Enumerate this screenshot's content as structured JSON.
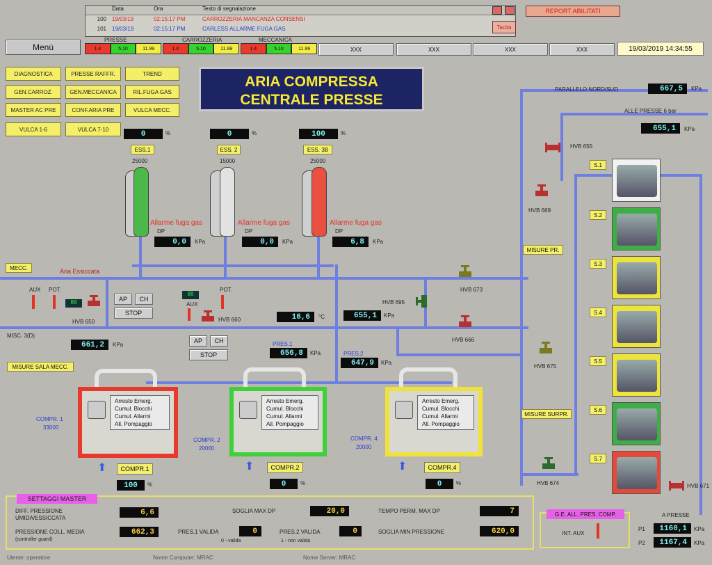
{
  "alarm_table": {
    "headers": [
      "Data",
      "Ora",
      "Testo di segnalazione"
    ],
    "rows": [
      {
        "id": "100",
        "date": "19/03/19",
        "time": "02:15:17 PM",
        "text": "CARROZZERIA MANCANZA CONSENSI"
      },
      {
        "id": "101",
        "date": "19/03/19",
        "time": "02:15:17 PM",
        "text": "CARLESS ALLARME FUGA GAS"
      }
    ]
  },
  "toolbar": {
    "report_label": "REPORT ABILITATI",
    "tacita_label": "Tacita"
  },
  "menu_label": "Menù",
  "zones": [
    {
      "name": "PRESSE",
      "v1": "1.4",
      "v2": "5.10",
      "v3": "11.99"
    },
    {
      "name": "CARROZZERIA",
      "v1": "1.4",
      "v2": "5.10",
      "v3": "11.99"
    },
    {
      "name": "MECCANICA",
      "v1": "1.4",
      "v2": "5.10",
      "v3": "11.99"
    }
  ],
  "xxx_tabs": [
    "XXX",
    "XXX",
    "XXX",
    "XXX"
  ],
  "datetime": "19/03/2019 14:34:55",
  "nav_buttons": [
    "DIAGNOSTICA",
    "PRESSE RAFFR.",
    "TREND",
    "GEN.CARROZ.",
    "GEN.MECCANICA",
    "RIL.FUGA GAS",
    "MASTER AC PRE",
    "CONF.ARIA PRE",
    "VULCA MECC.",
    "VULCA 1-6",
    "VULCA 7-10"
  ],
  "title": {
    "line1": "ARIA COMPRESSA",
    "line2": "CENTRALE PRESSE"
  },
  "dryers": [
    {
      "pct": "0",
      "tag": "ESS.1",
      "cap": "25000",
      "dp": "0,0",
      "color": "#4cb84a"
    },
    {
      "pct": "0",
      "tag": "ESS. 2",
      "cap": "15000",
      "dp": "0,0",
      "color": "#d6d6d6"
    },
    {
      "pct": "100",
      "tag": "ESS. 3B",
      "cap": "25000",
      "dp": "6,8",
      "color": "#ea5040"
    }
  ],
  "alarm_text": "Allarme fuga gas",
  "dp_label": "DP",
  "kpa": "KPa",
  "pct_unit": "%",
  "celsius": "°C",
  "aria_essiccata": "Aria Essiccata",
  "misc_labels": {
    "mecc": "MECC.",
    "aux": "AUX",
    "pot": "POT.",
    "misc_ab": "MISC. 3(D)",
    "misure_sala": "MISURE SALA MECC.",
    "misure_pr": "MISURE PR.",
    "misure_surpr": "MISURE SURPR."
  },
  "indicator_text": "88",
  "ctrl": {
    "ap": "AP",
    "ch": "CH",
    "stop": "STOP"
  },
  "valves": {
    "hvb650": "HVB 650",
    "hvb660": "HVB 660",
    "hvb655": "HVB 655",
    "hvb669": "HVB 669",
    "hvb673": "HVB 673",
    "hvb695": "HVB 695",
    "hvb666": "HVB 666",
    "hvb675": "HVB 675",
    "hvb674": "HVB 674",
    "hvb671": "HVB 671"
  },
  "readings": {
    "temp": "16,6",
    "p655a": "655,1",
    "p661": "661,2",
    "pres1": "656,8",
    "pres2": "647,9",
    "parallelo": "667,5",
    "alle_presse": "655,1"
  },
  "labels": {
    "pres1": "PRES.1",
    "pres2": "PRES.2",
    "parallelo": "PARALLELO NORD/SUD",
    "alle_presse": "ALLE PRESSE  6 bar"
  },
  "compressors": [
    {
      "name": "COMPR. 1",
      "cap": "33000",
      "tag": "COMPR.1",
      "pct": "100",
      "color": "#e83a2c"
    },
    {
      "name": "COMPR. 2",
      "cap": "20000",
      "tag": "COMPR.2",
      "pct": "0",
      "color": "#3fd03a"
    },
    {
      "name": "COMPR. 4",
      "cap": "20000",
      "tag": "COMPR.4",
      "pct": "0",
      "color": "#f0e23a"
    }
  ],
  "unit_status": [
    "Arresto Emerg.",
    "Cumul. Blocchi",
    "Cumul. Allarmi",
    "All. Pompaggio"
  ],
  "stations": [
    {
      "tag": "S.1",
      "color": "#f1f1f1"
    },
    {
      "tag": "S.2",
      "color": "#3fae46"
    },
    {
      "tag": "S.3",
      "color": "#ece43a"
    },
    {
      "tag": "S.4",
      "color": "#ece43a"
    },
    {
      "tag": "S.5",
      "color": "#ece43a"
    },
    {
      "tag": "S.6",
      "color": "#3fae46"
    },
    {
      "tag": "S.7",
      "color": "#e44a3a"
    }
  ],
  "settings": {
    "title": "SETTAGGI MASTER",
    "diff_label": "DIFF. PRESSIONE UMIDA/ESSICCATA",
    "diff_val": "6,6",
    "press_coll_label": "PRESSIONE COLL. MEDIA",
    "press_coll_sub": "(controller guard)",
    "press_coll_val": "662,3",
    "soglia_dp_label": "SOGLIA MAX DP",
    "soglia_dp_val": "20,0",
    "pres1_valida_label": "PRES.1 VALIDA",
    "pres1_valida_val": "0",
    "pres1_sub": "0 - valida",
    "pres2_valida_label": "PRES.2 VALIDA",
    "pres2_valida_val": "0",
    "pres2_sub": "1 - non valida",
    "tempo_label": "TEMPO PERM. MAX DP",
    "tempo_val": "7",
    "soglia_min_label": "SOGLIA MIN PRESSIONE",
    "soglia_min_val": "620,0"
  },
  "ge_panel": {
    "title": "G.E. ALL. PRES. COMP.",
    "int_aux": "INT. AUX"
  },
  "a_presse": {
    "label": "A PRESSE",
    "p1_label": "P1",
    "p1_val": "1160,1",
    "p2_label": "P2",
    "p2_val": "1167,4"
  },
  "footer": {
    "utente": "Utente: operatore",
    "computer": "Nome Computer: MRAC",
    "server": "Nome Server: MRAC"
  }
}
